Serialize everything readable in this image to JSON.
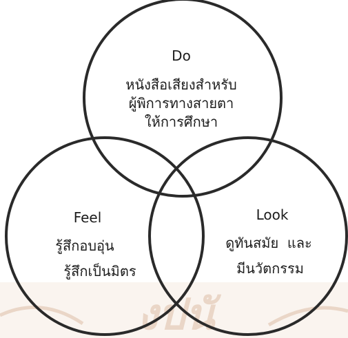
{
  "diagram": {
    "type": "venn",
    "sets": [
      {
        "id": "do",
        "title": "Do",
        "lines": [
          "หนังสือเสียงสำหรับ",
          "ผู้พิการทางสายตา",
          "ให้การศึกษา"
        ]
      },
      {
        "id": "feel",
        "title": "Feel",
        "lines": [
          "รู้สึกอบอุ่น",
          "รู้สึกเป็นมิตร"
        ]
      },
      {
        "id": "look",
        "title": "Look",
        "lines": [
          "ดูทันสมัย  และ",
          "มีนวัตกรรม"
        ]
      }
    ],
    "watermark": {
      "text": "งปนั"
    },
    "colors": {
      "circle_stroke": "#2a2a2a",
      "text": "#1c1c1c",
      "watermark": "#d9b69a",
      "background": "#ffffff"
    }
  }
}
